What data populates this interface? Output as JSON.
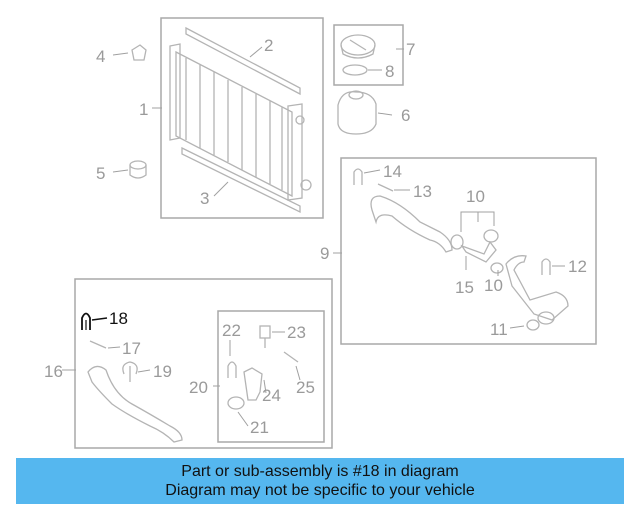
{
  "callouts": {
    "c1": "1",
    "c2": "2",
    "c3": "3",
    "c4": "4",
    "c5": "5",
    "c6": "6",
    "c7": "7",
    "c8": "8",
    "c9": "9",
    "c10a": "10",
    "c10b": "10",
    "c11": "11",
    "c12": "12",
    "c13": "13",
    "c14": "14",
    "c15": "15",
    "c16": "16",
    "c17": "17",
    "c18": "18",
    "c19": "19",
    "c20": "20",
    "c21": "21",
    "c22": "22",
    "c23": "23",
    "c24": "24",
    "c25": "25"
  },
  "highlight_callout": "18",
  "colors": {
    "banner": "#55b7ef",
    "parts": "#b4b4b4",
    "highlight": "#111111"
  },
  "banner": {
    "line1": "Part or sub-assembly is #18 in diagram",
    "line2": "Diagram may not be specific to your vehicle"
  }
}
